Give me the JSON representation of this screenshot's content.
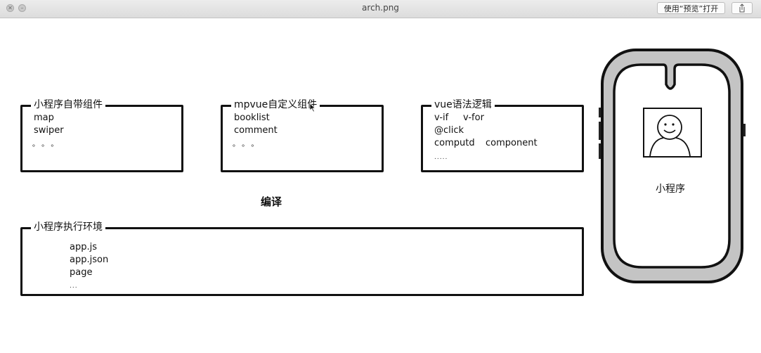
{
  "window": {
    "title": "arch.png",
    "open_with_preview": "使用“预览”打开",
    "close_glyph": "✕",
    "minimize_glyph": "–",
    "share_icon": "share-icon"
  },
  "boxes": {
    "builtin_components": {
      "title": "小程序自带组件",
      "items": [
        "map",
        "swiper",
        "。 。 。"
      ]
    },
    "mpvue_components": {
      "title": "mpvue自定义组件",
      "items": [
        "booklist",
        "comment",
        "。 。 。"
      ]
    },
    "vue_logic": {
      "title": "vue语法逻辑",
      "items": [
        "v-if",
        "v-for",
        "@click",
        "computd",
        "component",
        "....."
      ]
    },
    "runtime_env": {
      "title": "小程序执行环境",
      "items": [
        "app.js",
        "app.json",
        "page",
        "..."
      ]
    }
  },
  "compile_label": "编译",
  "phone": {
    "label": "小程序",
    "avatar_icon": "smiley-face-icon"
  }
}
